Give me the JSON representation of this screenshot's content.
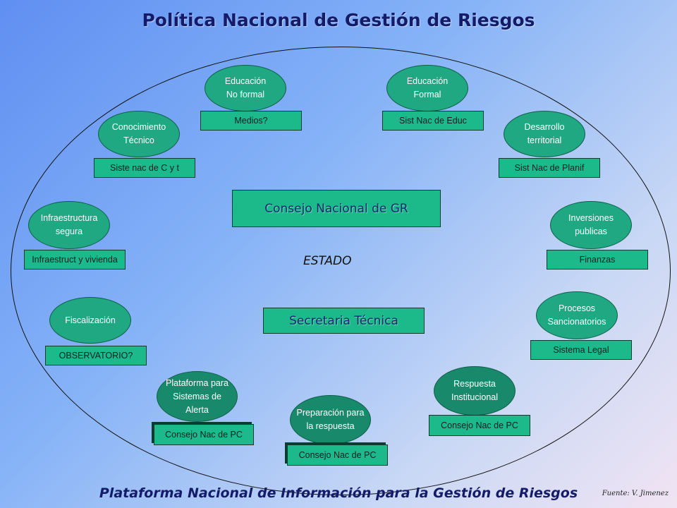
{
  "title": "Política Nacional de Gestión de Riesgos",
  "center": {
    "consejo": "Consejo Nacional de GR",
    "estado": "ESTADO",
    "secretaria": "Secretaria Técnica"
  },
  "nodes": {
    "educ_no_formal": {
      "oval_line1": "Educación",
      "oval_line2": "No formal",
      "rect": "Medios?"
    },
    "educ_formal": {
      "oval_line1": "Educación",
      "oval_line2": "Formal",
      "rect": "Sist Nac de Educ"
    },
    "conocimiento": {
      "oval_line1": "Conocimiento",
      "oval_line2": "Técnico",
      "rect": "Siste nac de C y t"
    },
    "desarrollo": {
      "oval_line1": "Desarrollo",
      "oval_line2": "territorial",
      "rect": "Sist Nac de Planif"
    },
    "infraestructura": {
      "oval_line1": "Infraestructura",
      "oval_line2": "segura",
      "rect": "Infraestruct y vivienda"
    },
    "inversiones": {
      "oval_line1": "Inversiones",
      "oval_line2": "publicas",
      "rect": "Finanzas"
    },
    "fiscalizacion": {
      "oval_line1": "Fiscalización",
      "rect": "OBSERVATORIO?"
    },
    "procesos": {
      "oval_line1": "Procesos",
      "oval_line2": "Sancionatorios",
      "rect": "Sistema Legal"
    },
    "plataforma": {
      "oval_line1": "Plataforma para",
      "oval_line2": "Sistemas de",
      "oval_line3": "Alerta",
      "rect": "Consejo Nac de PC"
    },
    "preparacion": {
      "oval_line1": "Preparación para",
      "oval_line2": "la respuesta",
      "rect": "Consejo Nac de PC"
    },
    "respuesta": {
      "oval_line1": "Respuesta",
      "oval_line2": "Institucional",
      "rect": "Consejo Nac de PC"
    }
  },
  "footer": "Plataforma Nacional de Información para la Gestión de Riesgos",
  "source": "Fuente:  V. Jimenez",
  "colors": {
    "node_fill": "#1fa882",
    "box_fill": "#1cba8a",
    "title": "#141c6a"
  }
}
